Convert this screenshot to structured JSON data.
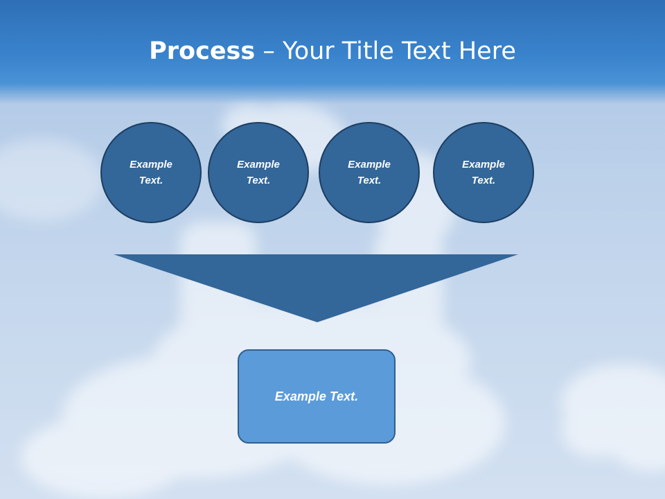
{
  "title": {
    "bold": "Process",
    "rest": " – Your Title Text Here"
  },
  "circles": [
    "Example Text.",
    "Example Text.",
    "Example Text.",
    "Example Text."
  ],
  "output_box": "Example Text.",
  "colors": {
    "header": "#3a84cd",
    "circle_fill": "#336699",
    "funnel_fill": "#336699",
    "box_fill": "#5b9bd9"
  }
}
